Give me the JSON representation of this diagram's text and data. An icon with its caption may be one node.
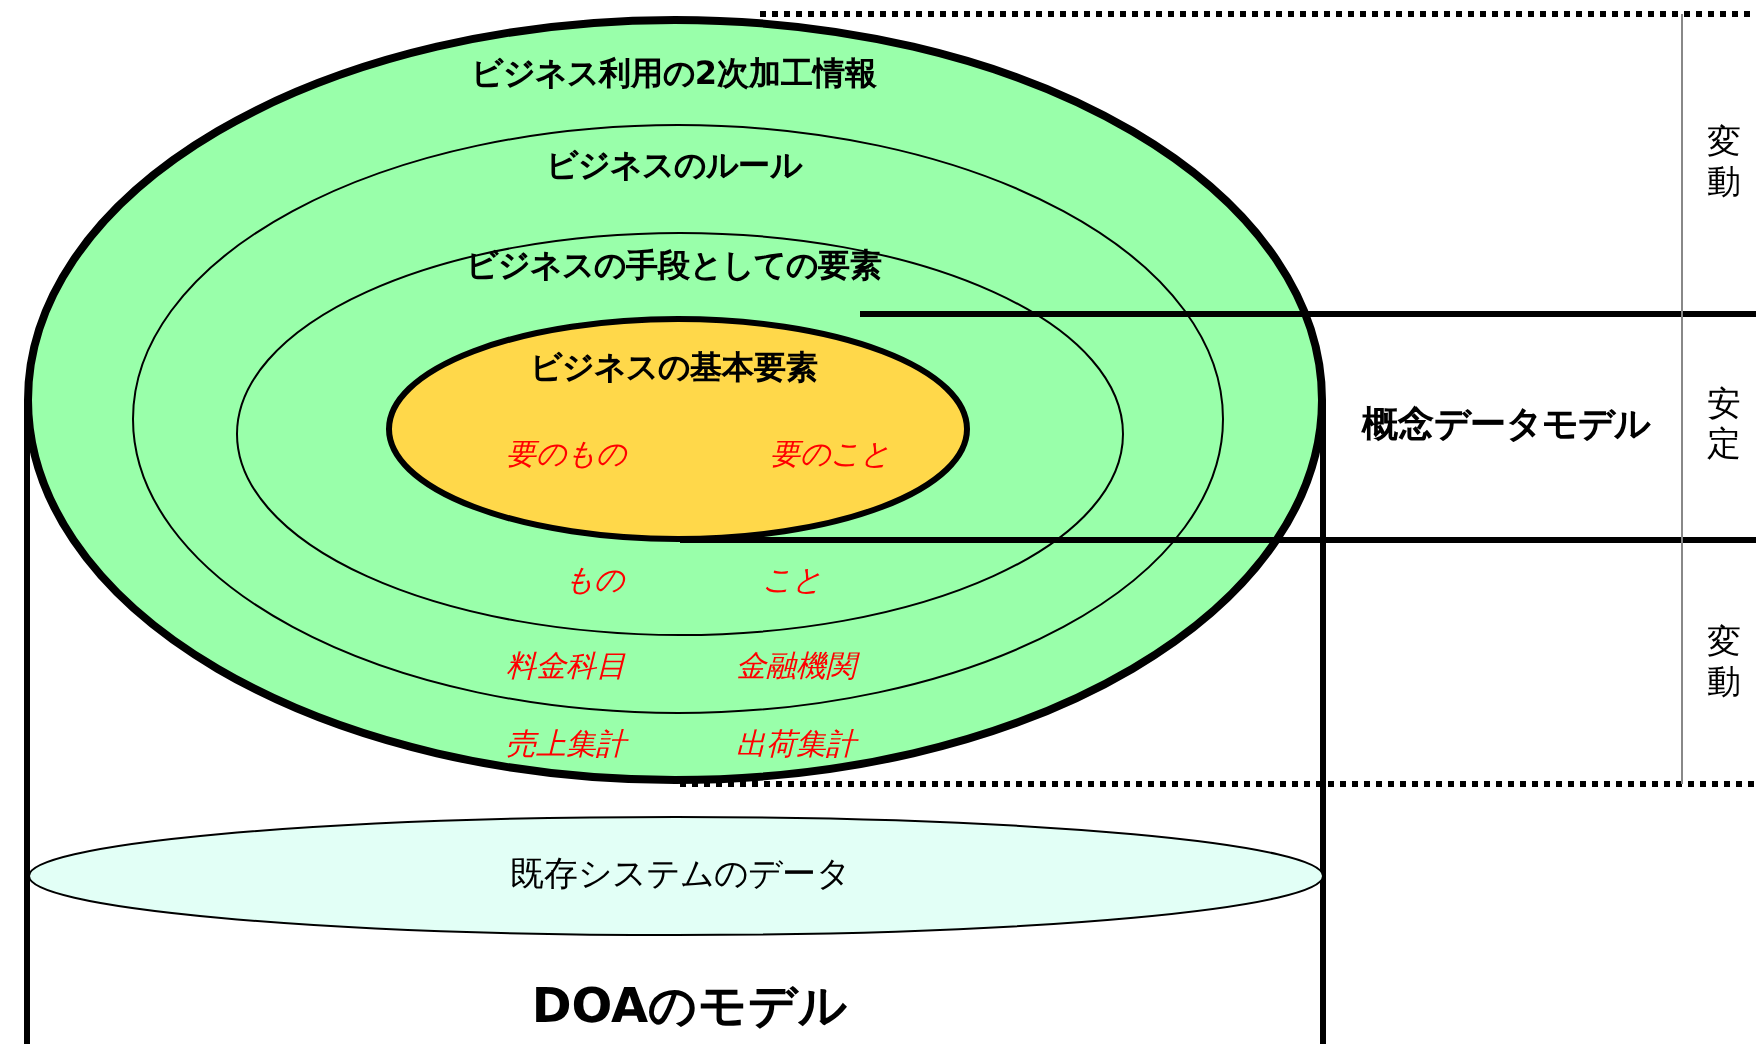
{
  "diagram": {
    "nodes": [
      {
        "text": [
          "DOAのモデル"
        ]
      },
      {
        "text": [
          "ビジネス利用の2次加工情報",
          "売上集計",
          "出荷集計"
        ],
        "in": 0
      },
      {
        "text": [
          "ビジネスのルール",
          "料金科目",
          "金融機関"
        ],
        "in": 1
      },
      {
        "text": [
          "ビジネスの手段としての要素",
          "もの",
          "こと"
        ],
        "in": 2
      },
      {
        "text": [
          "ビジネスの基本要素",
          "要のもの",
          "要のこと"
        ],
        "in": 3
      },
      {
        "text": [
          "既存システムのデータ"
        ],
        "in": 0
      }
    ],
    "edges": [],
    "labels": [
      "変動",
      "概念データモデル",
      "安定",
      "変動"
    ]
  }
}
